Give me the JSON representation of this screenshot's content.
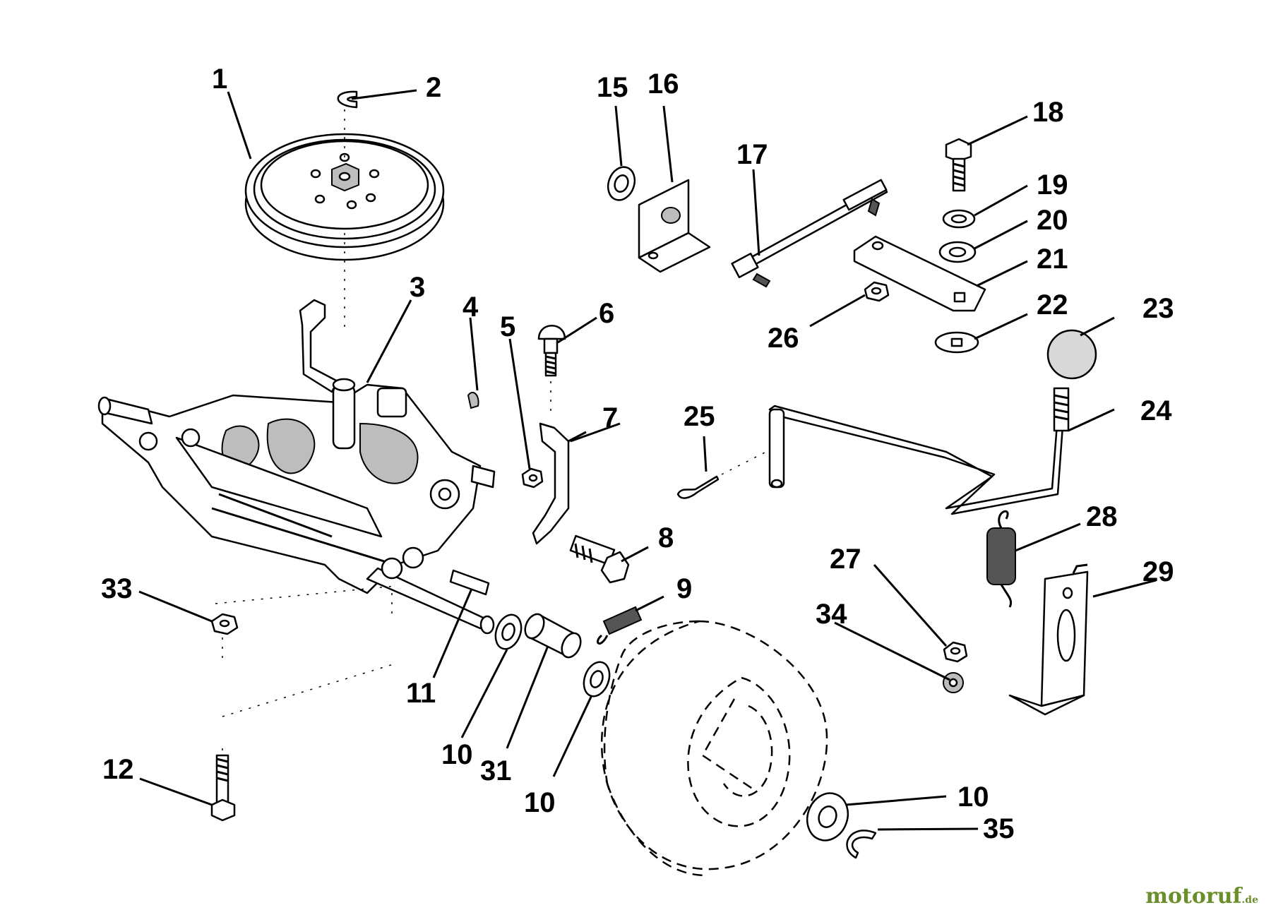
{
  "callouts": [
    {
      "id": "c1",
      "label": "1"
    },
    {
      "id": "c2",
      "label": "2"
    },
    {
      "id": "c3",
      "label": "3"
    },
    {
      "id": "c4",
      "label": "4"
    },
    {
      "id": "c5",
      "label": "5"
    },
    {
      "id": "c6",
      "label": "6"
    },
    {
      "id": "c7",
      "label": "7"
    },
    {
      "id": "c8",
      "label": "8"
    },
    {
      "id": "c9",
      "label": "9"
    },
    {
      "id": "c10a",
      "label": "10"
    },
    {
      "id": "c10b",
      "label": "10"
    },
    {
      "id": "c10c",
      "label": "10"
    },
    {
      "id": "c11",
      "label": "11"
    },
    {
      "id": "c12",
      "label": "12"
    },
    {
      "id": "c15",
      "label": "15"
    },
    {
      "id": "c16",
      "label": "16"
    },
    {
      "id": "c17",
      "label": "17"
    },
    {
      "id": "c18",
      "label": "18"
    },
    {
      "id": "c19",
      "label": "19"
    },
    {
      "id": "c20",
      "label": "20"
    },
    {
      "id": "c21",
      "label": "21"
    },
    {
      "id": "c22",
      "label": "22"
    },
    {
      "id": "c23",
      "label": "23"
    },
    {
      "id": "c24",
      "label": "24"
    },
    {
      "id": "c25",
      "label": "25"
    },
    {
      "id": "c26",
      "label": "26"
    },
    {
      "id": "c27",
      "label": "27"
    },
    {
      "id": "c28",
      "label": "28"
    },
    {
      "id": "c29",
      "label": "29"
    },
    {
      "id": "c31",
      "label": "31"
    },
    {
      "id": "c33",
      "label": "33"
    },
    {
      "id": "c34",
      "label": "34"
    },
    {
      "id": "c35",
      "label": "35"
    }
  ],
  "watermark": {
    "main": "motoruf",
    "suffix": ".de"
  }
}
